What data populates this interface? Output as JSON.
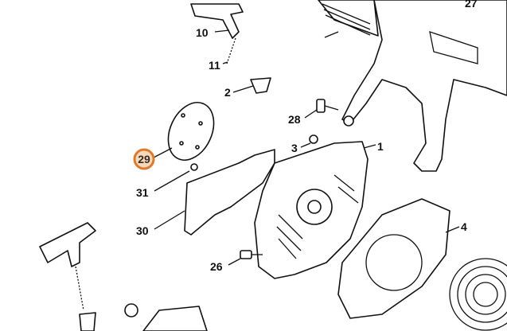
{
  "diagram": {
    "title": "Rewind starter exploded parts view",
    "highlight_color": "#e07a2a",
    "labels": [
      {
        "id": "27",
        "text": "27"
      },
      {
        "id": "10",
        "text": "10"
      },
      {
        "id": "11",
        "text": "11"
      },
      {
        "id": "2",
        "text": "2"
      },
      {
        "id": "28",
        "text": "28"
      },
      {
        "id": "3",
        "text": "3"
      },
      {
        "id": "1",
        "text": "1"
      },
      {
        "id": "29",
        "text": "29",
        "highlighted": true
      },
      {
        "id": "31",
        "text": "31"
      },
      {
        "id": "30",
        "text": "30"
      },
      {
        "id": "4",
        "text": "4"
      },
      {
        "id": "26",
        "text": "26"
      }
    ]
  }
}
